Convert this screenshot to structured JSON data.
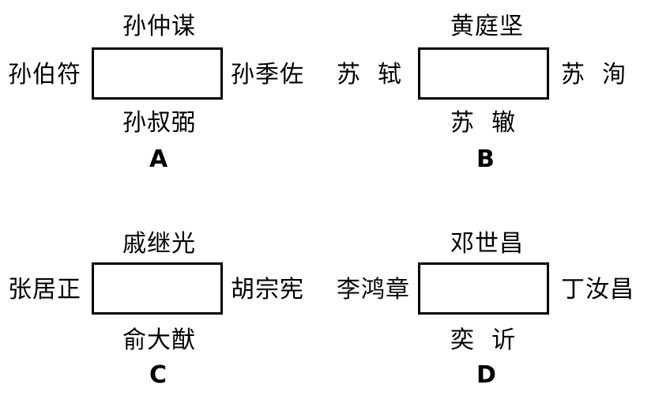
{
  "groups": [
    {
      "letter": "A",
      "top": "孙仲谋",
      "left": "孙伯符",
      "right": "孙季佐",
      "bottom": "孙叔弼"
    },
    {
      "letter": "B",
      "top": "黄庭坚",
      "left": "苏  轼",
      "right": "苏  洵",
      "bottom": "苏  辙"
    },
    {
      "letter": "C",
      "top": "戚继光",
      "left": "张居正",
      "right": "胡宗宪",
      "bottom": "俞大猷"
    },
    {
      "letter": "D",
      "top": "邓世昌",
      "left": "李鸿章",
      "right": "丁汝昌",
      "bottom": "奕  䜣"
    }
  ]
}
